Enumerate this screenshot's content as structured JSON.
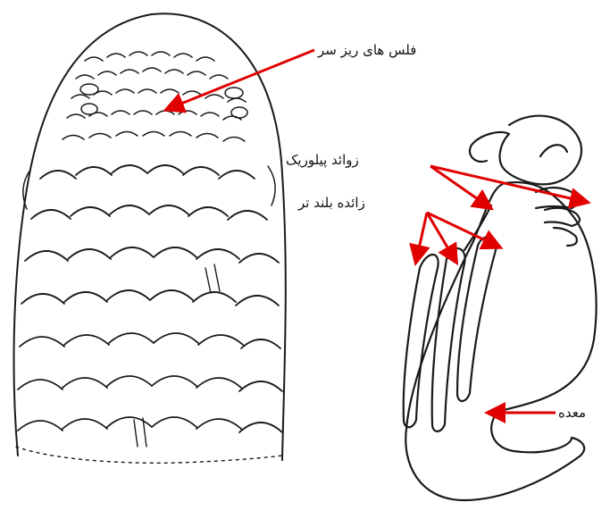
{
  "labels": {
    "head_scales": "فلس های ریز سر",
    "pyloric_caeca": "زوائد پیلوریک",
    "longer_appendage": "زائده بلند تر",
    "stomach": "معده"
  },
  "colors": {
    "arrow": "#e00000",
    "ink": "#1a1a1a",
    "background": "#ffffff"
  }
}
